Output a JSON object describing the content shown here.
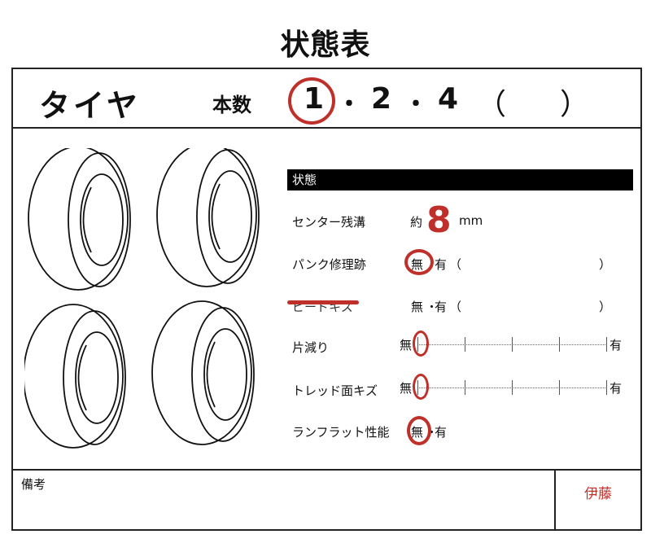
{
  "title": "状態表",
  "header": {
    "item_name": "タイヤ",
    "quantity_label": "本数",
    "quantity_options": [
      "1",
      "2",
      "4"
    ],
    "separator": "・",
    "other_open": "（",
    "other_close": "）",
    "selected_quantity": "1"
  },
  "status": {
    "section_title": "状態",
    "rows": [
      {
        "label": "センター残溝",
        "prefix": "約",
        "value": "8",
        "unit": "mm"
      },
      {
        "label": "パンク修理跡",
        "none": "無",
        "sep": "・",
        "has": "有",
        "open": "（",
        "close": "）",
        "selected": "無"
      },
      {
        "label": "ビードキズ",
        "struck_out": true,
        "none": "無",
        "sep": "・",
        "has": "有",
        "open": "（",
        "close": "）"
      },
      {
        "label": "片減り",
        "min": "無",
        "max": "有",
        "ticks": 5,
        "selected_index": 0
      },
      {
        "label": "トレッド面キズ",
        "min": "無",
        "max": "有",
        "ticks": 5,
        "selected_index": 0
      },
      {
        "label": "ランフラット性能",
        "none": "無",
        "sep": "・",
        "has": "有",
        "selected": "無"
      }
    ]
  },
  "footer": {
    "remarks_label": "備考",
    "remarks_value": "",
    "signature": "伊藤"
  },
  "colors": {
    "ink": "#111111",
    "mark_red": "#c0302a",
    "header_bar": "#000000"
  },
  "icons": [
    "tire-icon",
    "tire-icon",
    "tire-icon",
    "tire-icon"
  ]
}
